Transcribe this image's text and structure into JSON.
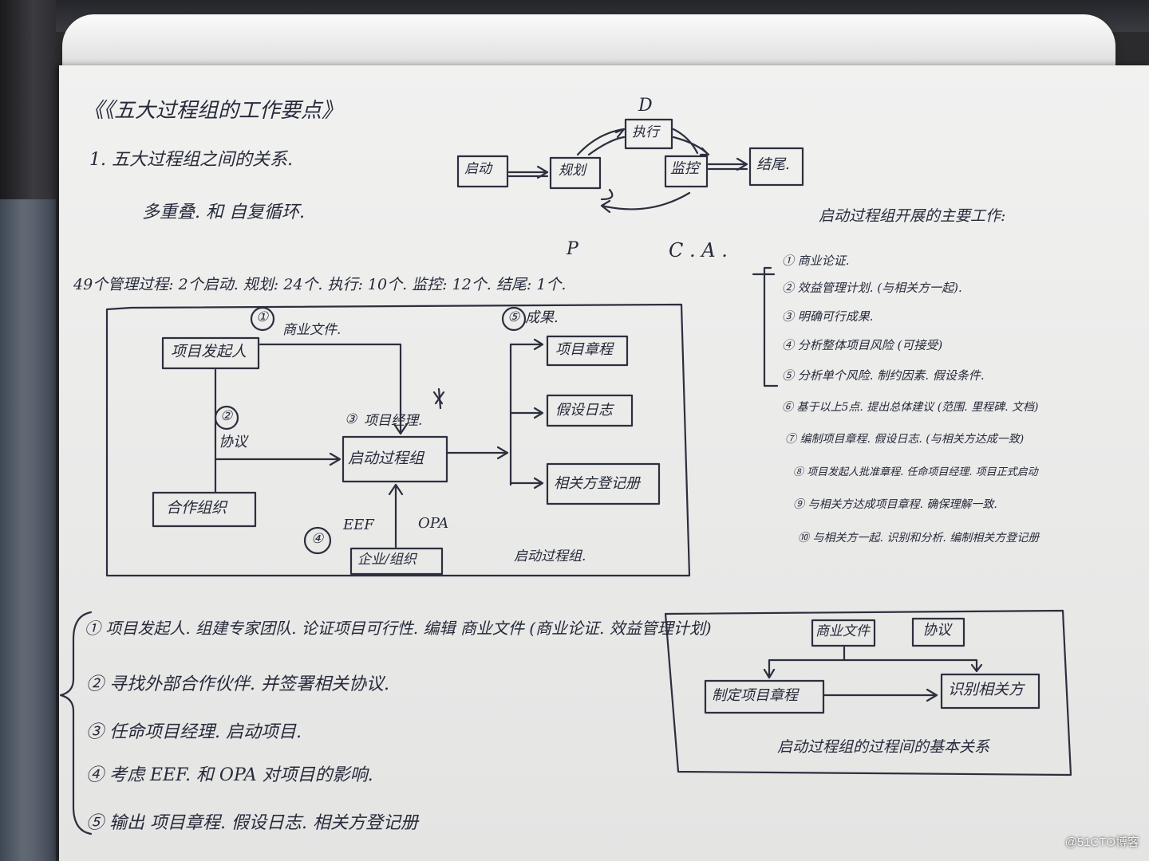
{
  "title": "《《五大过程组的工作要点》",
  "section1": {
    "heading": "1. 五大过程组之间的关系.",
    "sub": "多重叠. 和 自复循环.",
    "diagram": {
      "d_label": "D",
      "p_label": "P",
      "ca_label": "C . A .",
      "start": "启动",
      "plan": "规划",
      "execute": "执行",
      "monitor": "监控",
      "close": "结尾."
    }
  },
  "processes_line": "49个管理过程: 2个启动. 规划: 24个. 执行: 10个. 监控: 12个. 结尾: 1个.",
  "initiating_diagram": {
    "sponsor": "项目发起人",
    "partner": "合作组织",
    "group": "启动过程组",
    "enterprise": "企业/组织",
    "charter": "项目章程",
    "assumptions": "假设日志",
    "stakeholder_register": "相关方登记册",
    "n1": "①",
    "n2": "②",
    "n3": "③",
    "n4": "④",
    "n5": "⑤",
    "edge_business": "商业文件.",
    "edge_agreement": "协议",
    "edge_pm": "项目经理.",
    "eef": "EEF",
    "opa": "OPA",
    "outputs": "成果.",
    "caption": "启动过程组."
  },
  "right_list": {
    "heading": "启动过程组开展的主要工作:",
    "items": [
      "① 商业论证.",
      "② 效益管理计划. (与相关方一起).",
      "③ 明确可行成果.",
      "④ 分析整体项目风险 (可接受)",
      "⑤ 分析单个风险. 制约因素. 假设条件.",
      "⑥ 基于以上5点. 提出总体建议 (范围. 里程碑. 文档)",
      "⑦ 编制项目章程. 假设日志. (与相关方达成一致)",
      "⑧ 项目发起人批准章程. 任命项目经理. 项目正式启动",
      "⑨ 与相关方达成项目章程. 确保理解一致.",
      "⑩ 与相关方一起. 识别和分析. 编制相关方登记册"
    ]
  },
  "bottom_list": {
    "items": [
      "① 项目发起人. 组建专家团队. 论证项目可行性. 编辑 商业文件 (商业论证. 效益管理计划)",
      "② 寻找外部合作伙伴. 并签署相关协议.",
      "③ 任命项目经理. 启动项目.",
      "④ 考虑 EEF. 和 OPA 对项目的影响.",
      "⑤ 输出 项目章程. 假设日志. 相关方登记册"
    ]
  },
  "relation_diagram": {
    "business_doc": "商业文件",
    "agreement": "协议",
    "charter": "制定项目章程",
    "stakeholders": "识别相关方",
    "caption": "启动过程组的过程间的基本关系"
  },
  "watermark": "@51CTO博客"
}
